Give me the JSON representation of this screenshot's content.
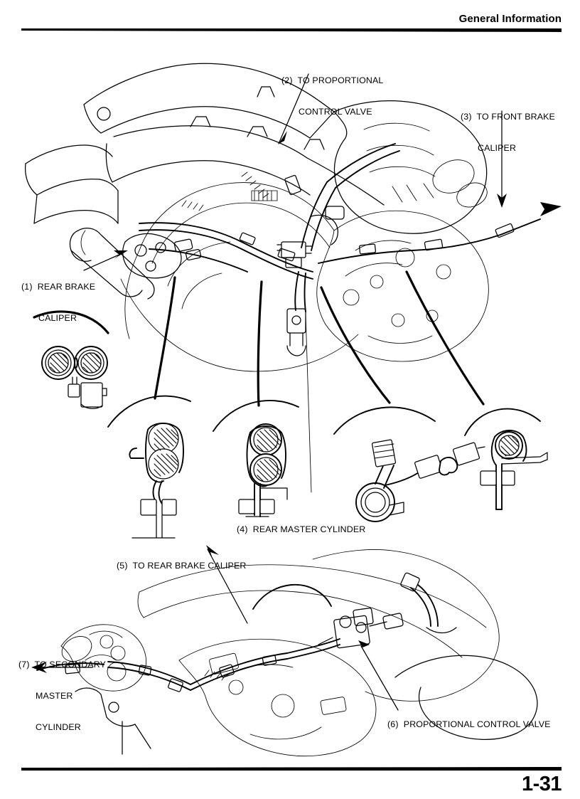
{
  "header": {
    "title": "General Information"
  },
  "footer": {
    "page_number": "1-31"
  },
  "figures": [
    {
      "id": "upper-brake-routing",
      "name": "rear-brake-line-routing-diagram",
      "callouts": [
        {
          "ref": "(1)",
          "text": "REAR BRAKE\nCALIPER",
          "lines": [
            "(1)  REAR BRAKE",
            "CALIPER"
          ]
        },
        {
          "ref": "(2)",
          "text": "TO PROPORTIONAL\nCONTROL VALVE",
          "lines": [
            "(2)  TO PROPORTIONAL",
            "CONTROL VALVE"
          ]
        },
        {
          "ref": "(3)",
          "text": "TO FRONT BRAKE\nCALIPER",
          "lines": [
            "(3)  TO FRONT BRAKE",
            "CALIPER"
          ]
        },
        {
          "ref": "(4)",
          "text": "REAR MASTER CYLINDER",
          "lines": [
            "(4)  REAR MASTER CYLINDER"
          ]
        }
      ],
      "detail_bubbles": [
        {
          "name": "clamp-detail-twin-horizontal",
          "desc": "two hose grommets side by side in clamp bracket"
        },
        {
          "name": "clamp-detail-twin-vertical-hook",
          "desc": "two stacked hose grommets in hooked clamp"
        },
        {
          "name": "clamp-detail-twin-vertical",
          "desc": "two stacked hose grommets in bolted clamp"
        },
        {
          "name": "banjo-fitting-detail",
          "desc": "banjo bolt and hose union fitting"
        },
        {
          "name": "clamp-detail-single",
          "desc": "single hose grommet in clamp bracket"
        }
      ]
    },
    {
      "id": "lower-pcv-routing",
      "name": "proportional-control-valve-routing-diagram",
      "callouts": [
        {
          "ref": "(5)",
          "text": "TO REAR BRAKE CALIPER",
          "lines": [
            "(5)  TO REAR BRAKE CALIPER"
          ]
        },
        {
          "ref": "(6)",
          "text": "PROPORTIONAL CONTROL VALVE",
          "lines": [
            "(6)  PROPORTIONAL CONTROL VALVE"
          ]
        },
        {
          "ref": "(7)",
          "text": "TO SECONDARY MASTER CYLINDER",
          "lines": [
            "(7)  TO SECONDARY",
            "MASTER",
            "CYLINDER"
          ]
        }
      ]
    }
  ],
  "colors": {
    "ink": "#000000",
    "paper": "#ffffff"
  }
}
